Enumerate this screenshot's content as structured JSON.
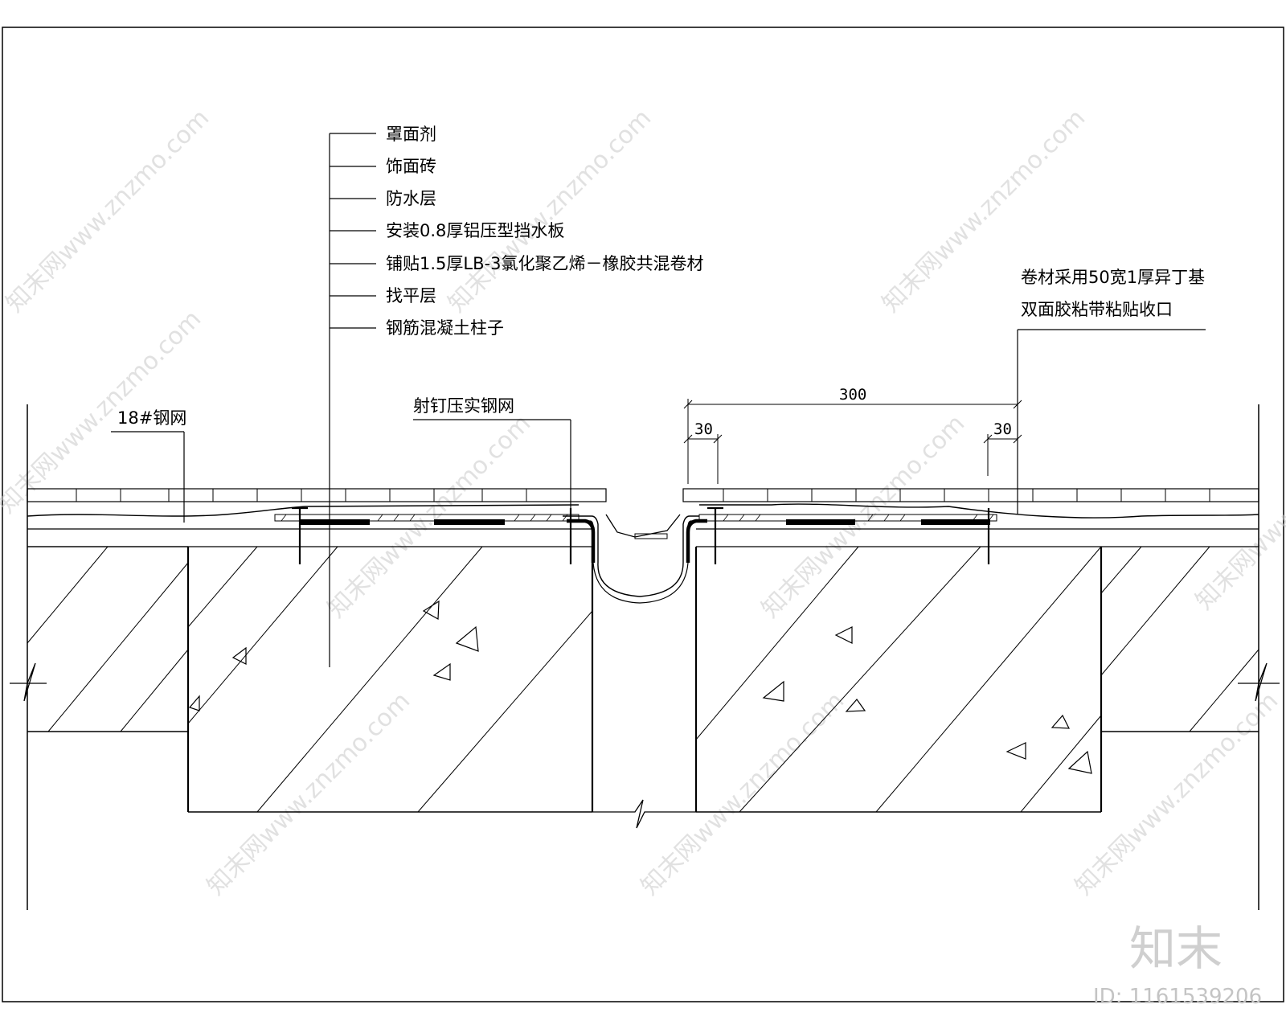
{
  "leaders": {
    "items": [
      {
        "id": "sealant",
        "label": "罩面剂"
      },
      {
        "id": "facing-tile",
        "label": "饰面砖"
      },
      {
        "id": "waterproof",
        "label": "防水层"
      },
      {
        "id": "aluminum-plate",
        "label": "安装0.8厚铝压型挡水板"
      },
      {
        "id": "membrane",
        "label": "铺贴1.5厚LB-3氯化聚乙烯－橡胶共混卷材"
      },
      {
        "id": "leveling",
        "label": "找平层"
      },
      {
        "id": "rc-column",
        "label": "钢筋混凝土柱子"
      }
    ]
  },
  "callouts": {
    "steel_mesh": "18#钢网",
    "nail_mesh": "射钉压实钢网",
    "closure_line1": "卷材采用50宽1厚异丁基",
    "closure_line2": "双面胶粘带粘贴收口"
  },
  "dimensions": {
    "overall": "300",
    "left_offset": "30",
    "right_offset": "30"
  },
  "watermark": {
    "text": "知末网www.znzmo.com",
    "logo": "知末",
    "id_label": "ID: 1161539206"
  },
  "colors": {
    "line": "#000000",
    "watermark": "#c9c9c9"
  }
}
